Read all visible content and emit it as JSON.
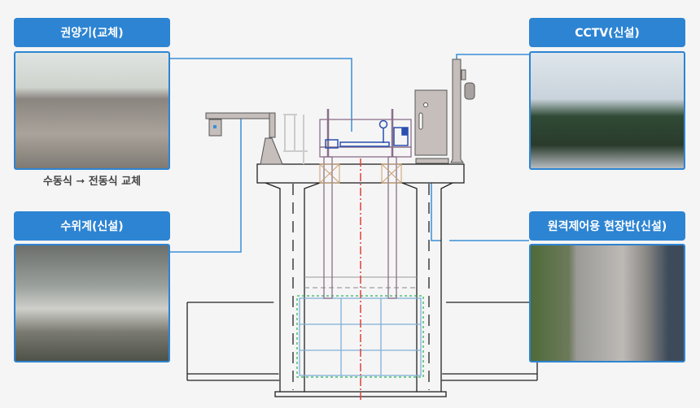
{
  "callouts": {
    "hoist": {
      "title": "권양기(교체)",
      "caption": "수동식 ➞ 전동식 교체"
    },
    "water_gauge": {
      "title": "수위계(신설)"
    },
    "cctv": {
      "title": "CCTV(신설)"
    },
    "panel": {
      "title": "원격제어용 현장반(신설)"
    }
  },
  "colors": {
    "accent": "#2d84d2",
    "centerline": "#e0403a",
    "gate": "#7fb0d8",
    "guide": "#2fb35a"
  }
}
